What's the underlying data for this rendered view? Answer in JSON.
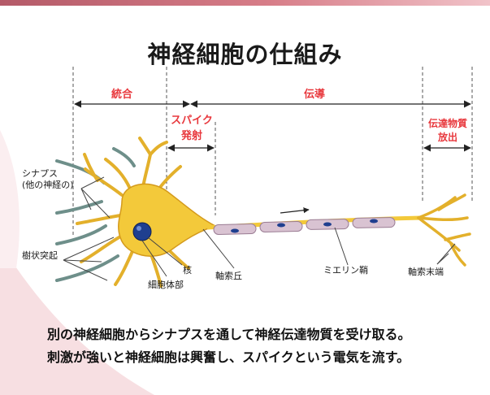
{
  "title": "神経細胞の仕組み",
  "phases": {
    "integration": "統合",
    "conduction": "伝導",
    "spike_line1": "スパイク",
    "spike_line2": "発射",
    "release_line1": "伝達物質",
    "release_line2": "放出"
  },
  "labels": {
    "synapse_line1": "シナプス",
    "synapse_line2": "(他の神経の)",
    "dendrite": "樹状突起",
    "nucleus": "核",
    "cell_body": "細胞体部",
    "axon_hillock": "軸索丘",
    "myelin_sheath": "ミエリン鞘",
    "axon_terminal": "軸索末端"
  },
  "caption": {
    "line1": "別の神経細胞からシナプスを通して神経伝達物質を受け取る。",
    "line2": "刺激が強いと神経細胞は興奮し、スパイクという電気を流す。"
  },
  "colors": {
    "accent_red": "#e8383d",
    "neuron_yellow": "#f3c93a",
    "myelin_pink": "#d9c3d2",
    "nucleus_blue": "#1f3f8f"
  }
}
